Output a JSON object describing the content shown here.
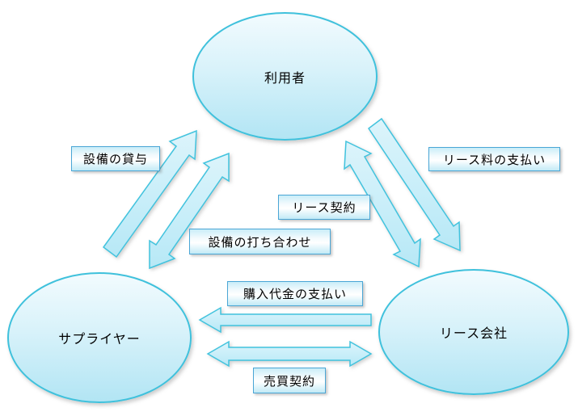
{
  "diagram": {
    "type": "relationship-diagram",
    "background": "#ffffff",
    "nodes": {
      "user": {
        "label": "利用者",
        "shape": "ellipse"
      },
      "supplier": {
        "label": "サプライヤー",
        "shape": "ellipse"
      },
      "lease_company": {
        "label": "リース会社",
        "shape": "ellipse"
      }
    },
    "edges": {
      "equipment_loan": {
        "label": "設備の貸与",
        "from": "supplier",
        "to": "user",
        "bidirectional": false
      },
      "equipment_meeting": {
        "label": "設備の打ち合わせ",
        "from": "user",
        "to": "supplier",
        "bidirectional": true
      },
      "lease_contract": {
        "label": "リース契約",
        "from": "user",
        "to": "lease_company",
        "bidirectional": true
      },
      "lease_fee_payment": {
        "label": "リース料の支払い",
        "from": "user",
        "to": "lease_company",
        "bidirectional": false
      },
      "purchase_payment": {
        "label": "購入代金の支払い",
        "from": "lease_company",
        "to": "supplier",
        "bidirectional": false
      },
      "sales_contract": {
        "label": "売買契約",
        "from": "supplier",
        "to": "lease_company",
        "bidirectional": true
      }
    },
    "colors": {
      "shape_border": "#3fc1dc",
      "shape_fill_top": "#f2fbfe",
      "shape_fill_bottom": "#b2e5f4",
      "arrow_border": "#41c3de",
      "arrow_fill_top": "#dcf4fb",
      "arrow_fill_bottom": "#b7e8f6",
      "label_border": "#4aa6d6",
      "text": "#000000"
    }
  }
}
